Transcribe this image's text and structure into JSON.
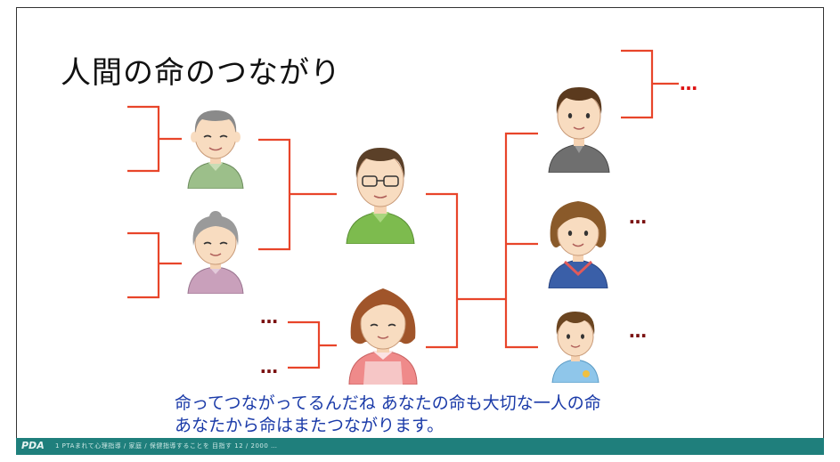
{
  "slide": {
    "title": "人間の命のつながり",
    "caption_line1": "命ってつながってるんだね あなたの命も大切な一人の命",
    "caption_line2": "あなたから命はまたつながります。",
    "dots": "…"
  },
  "footer": {
    "logo": "PDA",
    "text": "1 PTAまれて心理指導 / 家庭 / 保健指導することを 目指す 12 / 2000 …"
  },
  "colors": {
    "line": "#e8452a",
    "dots_red": "#dd1111",
    "dots_dark": "#7a1010",
    "caption": "#1a3aa8",
    "footer": "#1f7f7c"
  },
  "people": [
    {
      "id": "grandfather",
      "role": "grandfather-figure"
    },
    {
      "id": "grandmother",
      "role": "grandmother-figure"
    },
    {
      "id": "father",
      "role": "father-figure"
    },
    {
      "id": "mother",
      "role": "mother-figure"
    },
    {
      "id": "son",
      "role": "boy-figure"
    },
    {
      "id": "daughter",
      "role": "girl-figure"
    },
    {
      "id": "child",
      "role": "small-child-figure"
    }
  ]
}
